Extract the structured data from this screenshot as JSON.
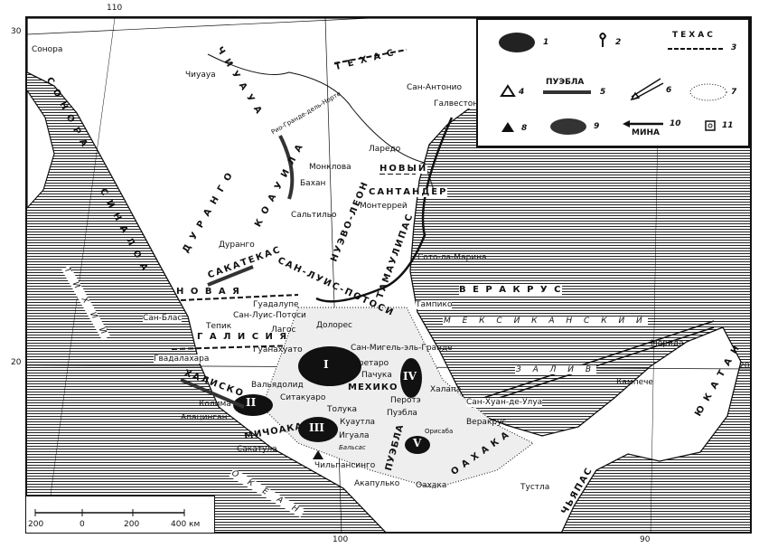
{
  "grid": {
    "lon110": "110",
    "lon100": "100",
    "lon90": "90",
    "lat30": "30",
    "lat20_left": "20",
    "lat20_right": "20"
  },
  "regions": {
    "texas": "Т Е Х А С",
    "sonora": "С О Н О Р А",
    "chihuahua": "Ч И У А У А",
    "sinaloa": "С И Н А Л О А",
    "durango": "Д У Р А Н Г О",
    "coahuila": "К О А У И Л А",
    "nuevo_leon": "НУЭВО-ЛЕОН",
    "novy": "НОВЫЙ",
    "santander": "САНТАНДЕР",
    "tamaulipas": "ТАМАУЛИПАС",
    "zacatecas": "САКАТЕКАС",
    "san_luis": "САН-ЛУИС-ПОТОСИ",
    "novaya": "Н О В А Я",
    "galicia": "Г А Л И С И Я",
    "jalisco": "ХАЛИСКО",
    "veracruz": "В Е Р А К Р У С",
    "mexico": "МЕХИКО",
    "michoacan": "МИЧОАКАН",
    "puebla": "ПУЭБЛА",
    "oaxaca": "О А Х А К А",
    "chiapas": "ЧЬЯПАС",
    "yucatan": "Ю К А Т А Н"
  },
  "waters": {
    "gulf1": "М Е К С И К А Н С К И Й",
    "gulf2": "З А Л И В",
    "pacific1": "Т И Х И Й",
    "pacific2": "О К Е А Н",
    "rio_grande": "Рио-Гранде-дель-Норте",
    "balsas": "Бальсас"
  },
  "cities": [
    "Сонора",
    "Чиуауа",
    "Сан-Антонио",
    "Галвестон",
    "Ларедо",
    "Монклова",
    "Бахан",
    "Сальтильо",
    "Монтеррей",
    "Дуранго",
    "Сото-ла-Марина",
    "Гуадалупе",
    "Сан-Луис-Потоси",
    "Тампико",
    "Сан-Блас",
    "Тепик",
    "Лагос",
    "Долорес",
    "Гуанахуато",
    "Сан-Мигель-эль-Гранде",
    "Гвадалахара",
    "Керетаро",
    "Пачука",
    "Вальядолид",
    "Колима",
    "Ситакуаро",
    "Перотэ",
    "Халапа",
    "Пуэбла",
    "Сан-Хуан-де-Улуа",
    "Веракрус",
    "Апацинган",
    "Толука",
    "Куаутла",
    "Игуала",
    "Сакатула",
    "Чильпансинго",
    "Оахака",
    "Акапулько",
    "Тустла",
    "Мерида",
    "Кампече",
    "Орисаба"
  ],
  "centers": [
    "I",
    "II",
    "III",
    "IV",
    "V"
  ],
  "legend": {
    "texas": "ТЕХАС",
    "puebla": "ПУЭБЛА",
    "mina": "МИНА",
    "numbers": [
      "1",
      "2",
      "3",
      "4",
      "5",
      "6",
      "7",
      "8",
      "9",
      "10",
      "11"
    ]
  },
  "scale": {
    "t1": "200",
    "t2": "0",
    "t3": "200",
    "t4": "400 км"
  }
}
